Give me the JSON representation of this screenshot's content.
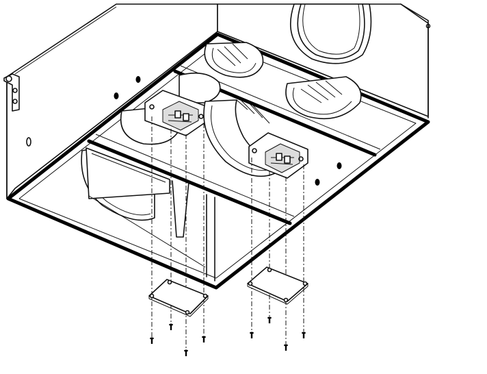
{
  "image": {
    "subject": "exploded-view-line-drawing",
    "colors": {
      "line": "#111111",
      "background": "#ffffff"
    }
  },
  "housing": {
    "fan_units_shown": 2,
    "duct_collars_shown": 4
  },
  "access_covers": {
    "count": 2,
    "screws_per_cover": 4
  },
  "icons": [
    "screw-icon",
    "terminal-block-icon",
    "mounting-bracket-icon"
  ]
}
